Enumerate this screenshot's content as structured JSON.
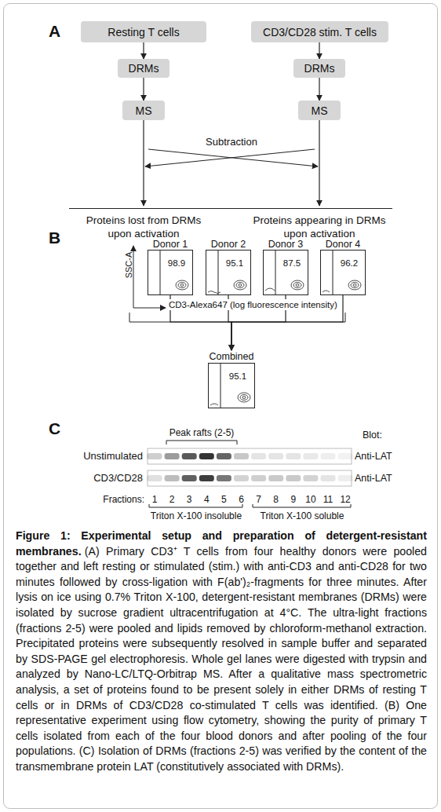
{
  "diagram": {
    "title": "Figure 1: Experimental setup and preparation of detergent-resistant membranes.",
    "caption": "(A) Primary CD3⁺ T cells from four healthy donors were pooled together and left resting or stimulated (stim.) with anti-CD3 and anti-CD28 for two minutes followed by cross-ligation with F(ab')₂-fragments for three minutes. After lysis on ice using 0.7% Triton X-100, detergent-resistant membranes (DRMs) were isolated by sucrose gradient ultracentrifugation at 4°C. The ultra-light fractions (fractions 2-5) were pooled and lipids removed by chloroform-methanol extraction. Precipitated proteins were subsequently resolved in sample buffer and separated by SDS-PAGE gel electrophoresis. Whole gel lanes were digested with trypsin and analyzed by Nano-LC/LTQ-Orbitrap MS. After a qualitative mass spectrometric analysis, a set of proteins found to be present solely in either DRMs of resting T cells or in DRMs of CD3/CD28 co-stimulated T cells was identified. (B) One representative experiment using flow cytometry, showing the purity of primary T cells isolated from each of the four blood donors and after pooling of the four populations. (C) Isolation of DRMs (fractions 2-5) was verified by the content of the transmembrane protein LAT (constitutively associated with DRMs).",
    "nodes": [
      {
        "text": [
          "Resting T cells"
        ]
      },
      {
        "text": [
          "CD3/CD28 stim. T cells"
        ]
      },
      {
        "text": [
          "DRMs"
        ]
      },
      {
        "text": [
          "DRMs"
        ]
      },
      {
        "text": [
          "MS"
        ]
      },
      {
        "text": [
          "MS"
        ]
      },
      {
        "text": [
          "Donor 1",
          "98.9"
        ]
      },
      {
        "text": [
          "Donor 2",
          "95.1"
        ]
      },
      {
        "text": [
          "Donor 3",
          "87.5"
        ]
      },
      {
        "text": [
          "Donor 4",
          "96.2"
        ]
      },
      {
        "text": [
          "Combined",
          "95.1"
        ]
      }
    ],
    "edges": [
      {
        "from": 0,
        "to": 2,
        "arrow": "to"
      },
      {
        "from": 2,
        "to": 4,
        "arrow": "to"
      },
      {
        "from": 1,
        "to": 3,
        "arrow": "to"
      },
      {
        "from": 3,
        "to": 5,
        "arrow": "to"
      },
      {
        "from": 6,
        "to": 10,
        "arrow": "to"
      },
      {
        "from": 7,
        "to": 10,
        "arrow": "to"
      },
      {
        "from": 8,
        "to": 10,
        "arrow": "to"
      },
      {
        "from": 9,
        "to": 10,
        "arrow": "to"
      }
    ],
    "labels": [
      "A",
      "B",
      "C",
      "Subtraction",
      "Proteins lost from DRMs upon activation",
      "Proteins appearing in DRMs upon activation",
      "SSC-A",
      "CD3-Alexa647 (log fluorescence intensity)",
      "Peak rafts (2-5)",
      "Blot:",
      "Unstimulated",
      "Anti-LAT",
      "CD3/CD28",
      "Anti-LAT",
      "Fractions:",
      "1",
      "2",
      "3",
      "4",
      "5",
      "6",
      "7",
      "8",
      "9",
      "10",
      "11",
      "12",
      "Triton X-100 insoluble",
      "Triton X-100 soluble"
    ]
  }
}
